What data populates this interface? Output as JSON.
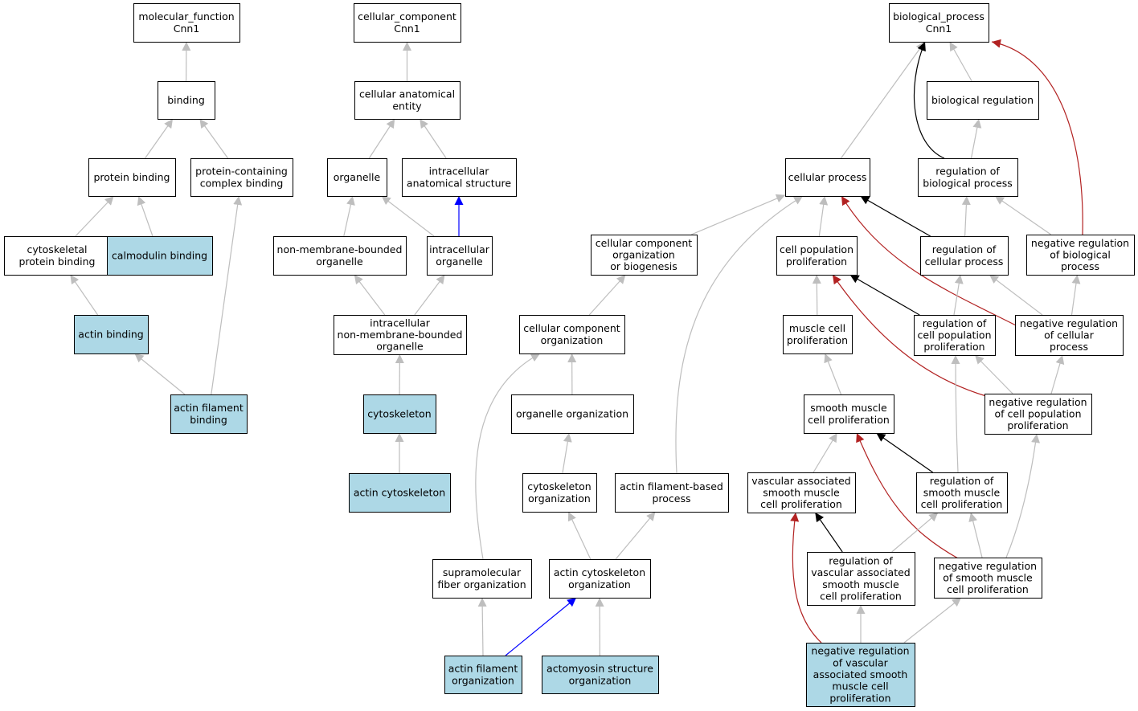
{
  "colors": {
    "highlight_fill": "#add8e6",
    "default_fill": "#ffffff",
    "edge_is_a": "#bebebe",
    "edge_regulates": "#000000",
    "edge_negatively_regulates": "#b22222",
    "edge_part_of": "#0000ff"
  },
  "nodes": [
    {
      "id": "mf",
      "lines": [
        "molecular_function",
        "Cnn1"
      ],
      "highlight": false
    },
    {
      "id": "binding",
      "lines": [
        "binding"
      ],
      "highlight": false
    },
    {
      "id": "protein_binding",
      "lines": [
        "protein binding"
      ],
      "highlight": false
    },
    {
      "id": "protein_containing_complex_binding",
      "lines": [
        "protein-containing",
        "complex binding"
      ],
      "highlight": false
    },
    {
      "id": "cytoskeletal_protein_binding",
      "lines": [
        "cytoskeletal",
        "protein binding"
      ],
      "highlight": false
    },
    {
      "id": "calmodulin_binding",
      "lines": [
        "calmodulin binding"
      ],
      "highlight": true
    },
    {
      "id": "actin_binding",
      "lines": [
        "actin binding"
      ],
      "highlight": true
    },
    {
      "id": "actin_filament_binding",
      "lines": [
        "actin filament",
        "binding"
      ],
      "highlight": true
    },
    {
      "id": "cc",
      "lines": [
        "cellular_component",
        "Cnn1"
      ],
      "highlight": false
    },
    {
      "id": "cellular_anatomical_entity",
      "lines": [
        "cellular anatomical",
        "entity"
      ],
      "highlight": false
    },
    {
      "id": "organelle",
      "lines": [
        "organelle"
      ],
      "highlight": false
    },
    {
      "id": "intracellular_anatomical_structure",
      "lines": [
        "intracellular",
        "anatomical structure"
      ],
      "highlight": false
    },
    {
      "id": "non_membrane_bounded_organelle",
      "lines": [
        "non-membrane-bounded",
        "organelle"
      ],
      "highlight": false
    },
    {
      "id": "intracellular_organelle",
      "lines": [
        "intracellular",
        "organelle"
      ],
      "highlight": false
    },
    {
      "id": "intracellular_nmb_organelle",
      "lines": [
        "intracellular",
        "non-membrane-bounded",
        "organelle"
      ],
      "highlight": false
    },
    {
      "id": "cytoskeleton",
      "lines": [
        "cytoskeleton"
      ],
      "highlight": true
    },
    {
      "id": "actin_cytoskeleton",
      "lines": [
        "actin cytoskeleton"
      ],
      "highlight": true
    },
    {
      "id": "bp",
      "lines": [
        "biological_process",
        "Cnn1"
      ],
      "highlight": false
    },
    {
      "id": "biological_regulation",
      "lines": [
        "biological regulation"
      ],
      "highlight": false
    },
    {
      "id": "cellular_process",
      "lines": [
        "cellular process"
      ],
      "highlight": false
    },
    {
      "id": "regulation_of_biological_process",
      "lines": [
        "regulation of",
        "biological process"
      ],
      "highlight": false
    },
    {
      "id": "cellular_component_organization_or_biogenesis",
      "lines": [
        "cellular component",
        "organization",
        "or biogenesis"
      ],
      "highlight": false
    },
    {
      "id": "cell_population_proliferation",
      "lines": [
        "cell population",
        "proliferation"
      ],
      "highlight": false
    },
    {
      "id": "regulation_of_cellular_process",
      "lines": [
        "regulation of",
        "cellular process"
      ],
      "highlight": false
    },
    {
      "id": "negative_regulation_of_biological_process",
      "lines": [
        "negative regulation",
        "of biological",
        "process"
      ],
      "highlight": false
    },
    {
      "id": "cellular_component_organization",
      "lines": [
        "cellular component",
        "organization"
      ],
      "highlight": false
    },
    {
      "id": "muscle_cell_proliferation",
      "lines": [
        "muscle cell",
        "proliferation"
      ],
      "highlight": false
    },
    {
      "id": "regulation_of_cell_population_proliferation",
      "lines": [
        "regulation of",
        "cell population",
        "proliferation"
      ],
      "highlight": false
    },
    {
      "id": "negative_regulation_of_cellular_process",
      "lines": [
        "negative regulation",
        "of cellular",
        "process"
      ],
      "highlight": false
    },
    {
      "id": "organelle_organization",
      "lines": [
        "organelle organization"
      ],
      "highlight": false
    },
    {
      "id": "smooth_muscle_cell_proliferation",
      "lines": [
        "smooth muscle",
        "cell proliferation"
      ],
      "highlight": false
    },
    {
      "id": "negative_regulation_of_cell_population_proliferation",
      "lines": [
        "negative regulation",
        "of cell population",
        "proliferation"
      ],
      "highlight": false
    },
    {
      "id": "cytoskeleton_organization",
      "lines": [
        "cytoskeleton",
        "organization"
      ],
      "highlight": false
    },
    {
      "id": "actin_filament_based_process",
      "lines": [
        "actin filament-based",
        "process"
      ],
      "highlight": false
    },
    {
      "id": "vascular_associated_smc_proliferation",
      "lines": [
        "vascular associated",
        "smooth muscle",
        "cell proliferation"
      ],
      "highlight": false
    },
    {
      "id": "regulation_of_smc_proliferation",
      "lines": [
        "regulation of",
        "smooth muscle",
        "cell proliferation"
      ],
      "highlight": false
    },
    {
      "id": "supramolecular_fiber_organization",
      "lines": [
        "supramolecular",
        "fiber organization"
      ],
      "highlight": false
    },
    {
      "id": "actin_cytoskeleton_organization",
      "lines": [
        "actin cytoskeleton",
        "organization"
      ],
      "highlight": false
    },
    {
      "id": "regulation_of_vascular_associated_smc_proliferation",
      "lines": [
        "regulation of",
        "vascular associated",
        "smooth muscle",
        "cell proliferation"
      ],
      "highlight": false
    },
    {
      "id": "negative_regulation_of_smc_proliferation",
      "lines": [
        "negative regulation",
        "of smooth muscle",
        "cell proliferation"
      ],
      "highlight": false
    },
    {
      "id": "actin_filament_organization",
      "lines": [
        "actin filament",
        "organization"
      ],
      "highlight": true
    },
    {
      "id": "actomyosin_structure_organization",
      "lines": [
        "actomyosin structure",
        "organization"
      ],
      "highlight": true
    },
    {
      "id": "negative_regulation_of_vascular_associated_smc_proliferation",
      "lines": [
        "negative regulation",
        "of vascular",
        "associated smooth",
        "muscle cell",
        "proliferation"
      ],
      "highlight": true
    }
  ],
  "edges": [
    {
      "from": "binding",
      "to": "mf",
      "type": "is_a"
    },
    {
      "from": "protein_binding",
      "to": "binding",
      "type": "is_a"
    },
    {
      "from": "protein_containing_complex_binding",
      "to": "binding",
      "type": "is_a"
    },
    {
      "from": "cytoskeletal_protein_binding",
      "to": "protein_binding",
      "type": "is_a"
    },
    {
      "from": "calmodulin_binding",
      "to": "protein_binding",
      "type": "is_a"
    },
    {
      "from": "actin_binding",
      "to": "cytoskeletal_protein_binding",
      "type": "is_a"
    },
    {
      "from": "actin_filament_binding",
      "to": "actin_binding",
      "type": "is_a"
    },
    {
      "from": "actin_filament_binding",
      "to": "protein_containing_complex_binding",
      "type": "is_a"
    },
    {
      "from": "cellular_anatomical_entity",
      "to": "cc",
      "type": "is_a"
    },
    {
      "from": "organelle",
      "to": "cellular_anatomical_entity",
      "type": "is_a"
    },
    {
      "from": "intracellular_anatomical_structure",
      "to": "cellular_anatomical_entity",
      "type": "is_a"
    },
    {
      "from": "non_membrane_bounded_organelle",
      "to": "organelle",
      "type": "is_a"
    },
    {
      "from": "intracellular_organelle",
      "to": "organelle",
      "type": "is_a"
    },
    {
      "from": "intracellular_organelle",
      "to": "intracellular_anatomical_structure",
      "type": "part_of"
    },
    {
      "from": "intracellular_nmb_organelle",
      "to": "non_membrane_bounded_organelle",
      "type": "is_a"
    },
    {
      "from": "intracellular_nmb_organelle",
      "to": "intracellular_organelle",
      "type": "is_a"
    },
    {
      "from": "cytoskeleton",
      "to": "intracellular_nmb_organelle",
      "type": "is_a"
    },
    {
      "from": "actin_cytoskeleton",
      "to": "cytoskeleton",
      "type": "is_a"
    },
    {
      "from": "biological_regulation",
      "to": "bp",
      "type": "is_a"
    },
    {
      "from": "cellular_process",
      "to": "bp",
      "type": "is_a"
    },
    {
      "from": "regulation_of_biological_process",
      "to": "bp",
      "type": "regulates"
    },
    {
      "from": "regulation_of_biological_process",
      "to": "biological_regulation",
      "type": "is_a"
    },
    {
      "from": "negative_regulation_of_biological_process",
      "to": "bp",
      "type": "negatively_regulates"
    },
    {
      "from": "negative_regulation_of_biological_process",
      "to": "regulation_of_biological_process",
      "type": "is_a"
    },
    {
      "from": "cellular_component_organization_or_biogenesis",
      "to": "cellular_process",
      "type": "is_a"
    },
    {
      "from": "cell_population_proliferation",
      "to": "cellular_process",
      "type": "is_a"
    },
    {
      "from": "regulation_of_cellular_process",
      "to": "cellular_process",
      "type": "regulates"
    },
    {
      "from": "regulation_of_cellular_process",
      "to": "regulation_of_biological_process",
      "type": "is_a"
    },
    {
      "from": "actin_filament_based_process",
      "to": "cellular_process",
      "type": "is_a"
    },
    {
      "from": "negative_regulation_of_cellular_process",
      "to": "cellular_process",
      "type": "negatively_regulates"
    },
    {
      "from": "negative_regulation_of_cellular_process",
      "to": "regulation_of_cellular_process",
      "type": "is_a"
    },
    {
      "from": "negative_regulation_of_cellular_process",
      "to": "negative_regulation_of_biological_process",
      "type": "is_a"
    },
    {
      "from": "cellular_component_organization",
      "to": "cellular_component_organization_or_biogenesis",
      "type": "is_a"
    },
    {
      "from": "muscle_cell_proliferation",
      "to": "cell_population_proliferation",
      "type": "is_a"
    },
    {
      "from": "regulation_of_cell_population_proliferation",
      "to": "cell_population_proliferation",
      "type": "regulates"
    },
    {
      "from": "regulation_of_cell_population_proliferation",
      "to": "regulation_of_cellular_process",
      "type": "is_a"
    },
    {
      "from": "negative_regulation_of_cell_population_proliferation",
      "to": "cell_population_proliferation",
      "type": "negatively_regulates"
    },
    {
      "from": "negative_regulation_of_cell_population_proliferation",
      "to": "regulation_of_cell_population_proliferation",
      "type": "is_a"
    },
    {
      "from": "negative_regulation_of_cell_population_proliferation",
      "to": "negative_regulation_of_cellular_process",
      "type": "is_a"
    },
    {
      "from": "organelle_organization",
      "to": "cellular_component_organization",
      "type": "is_a"
    },
    {
      "from": "supramolecular_fiber_organization",
      "to": "cellular_component_organization",
      "type": "is_a"
    },
    {
      "from": "smooth_muscle_cell_proliferation",
      "to": "muscle_cell_proliferation",
      "type": "is_a"
    },
    {
      "from": "regulation_of_smc_proliferation",
      "to": "smooth_muscle_cell_proliferation",
      "type": "regulates"
    },
    {
      "from": "regulation_of_smc_proliferation",
      "to": "regulation_of_cell_population_proliferation",
      "type": "is_a"
    },
    {
      "from": "cytoskeleton_organization",
      "to": "organelle_organization",
      "type": "is_a"
    },
    {
      "from": "vascular_associated_smc_proliferation",
      "to": "smooth_muscle_cell_proliferation",
      "type": "is_a"
    },
    {
      "from": "negative_regulation_of_smc_proliferation",
      "to": "smooth_muscle_cell_proliferation",
      "type": "negatively_regulates"
    },
    {
      "from": "negative_regulation_of_smc_proliferation",
      "to": "regulation_of_smc_proliferation",
      "type": "is_a"
    },
    {
      "from": "negative_regulation_of_smc_proliferation",
      "to": "negative_regulation_of_cell_population_proliferation",
      "type": "is_a"
    },
    {
      "from": "actin_cytoskeleton_organization",
      "to": "cytoskeleton_organization",
      "type": "is_a"
    },
    {
      "from": "actin_cytoskeleton_organization",
      "to": "actin_filament_based_process",
      "type": "is_a"
    },
    {
      "from": "regulation_of_vascular_associated_smc_proliferation",
      "to": "vascular_associated_smc_proliferation",
      "type": "regulates"
    },
    {
      "from": "regulation_of_vascular_associated_smc_proliferation",
      "to": "regulation_of_smc_proliferation",
      "type": "is_a"
    },
    {
      "from": "actin_filament_organization",
      "to": "supramolecular_fiber_organization",
      "type": "is_a"
    },
    {
      "from": "actin_filament_organization",
      "to": "actin_cytoskeleton_organization",
      "type": "part_of"
    },
    {
      "from": "actomyosin_structure_organization",
      "to": "actin_cytoskeleton_organization",
      "type": "is_a"
    },
    {
      "from": "negative_regulation_of_vascular_associated_smc_proliferation",
      "to": "vascular_associated_smc_proliferation",
      "type": "negatively_regulates"
    },
    {
      "from": "negative_regulation_of_vascular_associated_smc_proliferation",
      "to": "regulation_of_vascular_associated_smc_proliferation",
      "type": "is_a"
    },
    {
      "from": "negative_regulation_of_vascular_associated_smc_proliferation",
      "to": "negative_regulation_of_smc_proliferation",
      "type": "is_a"
    }
  ]
}
